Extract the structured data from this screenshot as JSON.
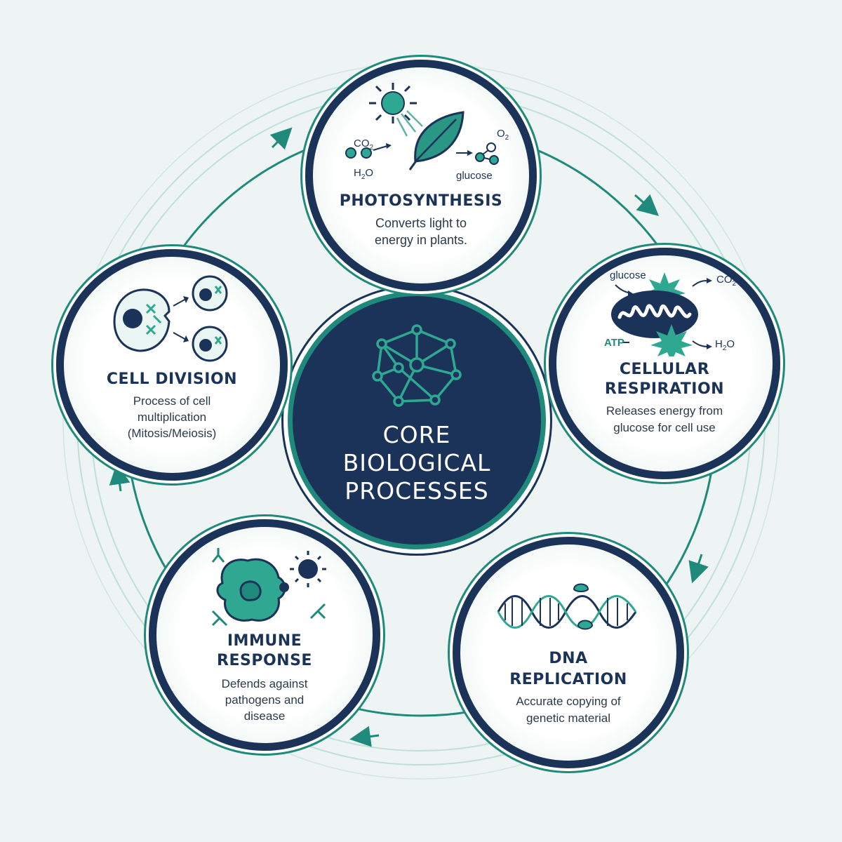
{
  "center": {
    "lines": [
      "CORE",
      "BIOLOGICAL",
      "PROCESSES"
    ],
    "icon": "molecular-network-icon"
  },
  "processes": [
    {
      "id": "photosynthesis",
      "title": "PHOTOSYNTHESIS",
      "description": [
        "Converts light to",
        "energy in plants."
      ],
      "icon": "sun-leaf-icon",
      "labels": {
        "co2": "CO",
        "co2_sub": "2",
        "h2o_a": "H",
        "h2o_sub": "2",
        "h2o_b": "O",
        "o2": "O",
        "o2_sub": "2",
        "glucose": "glucose"
      }
    },
    {
      "id": "cellular-respiration",
      "title": [
        "CELLULAR",
        "RESPIRATION"
      ],
      "description": [
        "Releases energy from",
        "glucose for cell use"
      ],
      "icon": "mitochondrion-icon",
      "labels": {
        "glucose": "glucose",
        "co2": "CO",
        "co2_sub": "2",
        "atp": "ATP",
        "h2o_a": "H",
        "h2o_sub": "2",
        "h2o_b": "O"
      }
    },
    {
      "id": "dna-replication",
      "title": [
        "DNA",
        "REPLICATION"
      ],
      "description": [
        "Accurate copying of",
        "genetic material"
      ],
      "icon": "dna-helix-icon"
    },
    {
      "id": "immune-response",
      "title": [
        "IMMUNE",
        "RESPONSE"
      ],
      "description": [
        "Defends against",
        "pathogens and",
        "disease"
      ],
      "icon": "immune-cell-icon"
    },
    {
      "id": "cell-division",
      "title": "CELL DIVISION",
      "description": [
        "Process of cell",
        "multiplication",
        "(Mitosis/Meiosis)"
      ],
      "icon": "dividing-cell-icon"
    }
  ],
  "colors": {
    "navy": "#1b3358",
    "teal": "#1f8a7c",
    "light_teal": "#5fb3a5",
    "background": "#eef4f3"
  }
}
